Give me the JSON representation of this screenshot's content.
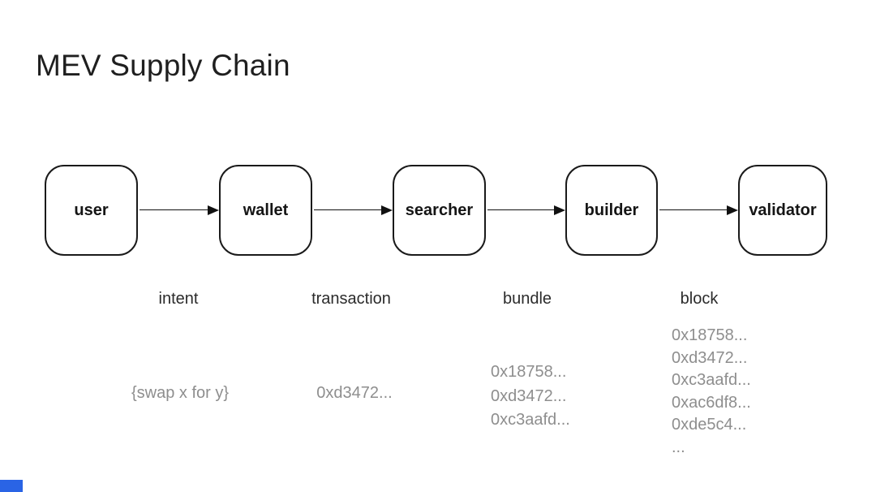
{
  "title": "MEV Supply Chain",
  "colors": {
    "accent_blue": "#2a64e5",
    "dark_text": "#1f1f1f",
    "muted_text": "#8e8e8e",
    "node_border": "#1a1a1a"
  },
  "diagram": {
    "nodes": [
      {
        "id": "user",
        "label": "user"
      },
      {
        "id": "wallet",
        "label": "wallet"
      },
      {
        "id": "searcher",
        "label": "searcher"
      },
      {
        "id": "builder",
        "label": "builder"
      },
      {
        "id": "validator",
        "label": "validator"
      }
    ],
    "edges": [
      {
        "from": "user",
        "to": "wallet"
      },
      {
        "from": "wallet",
        "to": "searcher"
      },
      {
        "from": "searcher",
        "to": "builder"
      },
      {
        "from": "builder",
        "to": "validator"
      }
    ],
    "stages": [
      {
        "label": "intent",
        "example": "{swap x for y}"
      },
      {
        "label": "transaction",
        "example": "0xd3472..."
      },
      {
        "label": "bundle",
        "items": [
          "0x18758...",
          "0xd3472...",
          "0xc3aafd..."
        ]
      },
      {
        "label": "block",
        "items": [
          "0x18758...",
          "0xd3472...",
          "0xc3aafd...",
          "0xac6df8...",
          "0xde5c4...",
          "..."
        ]
      }
    ]
  }
}
